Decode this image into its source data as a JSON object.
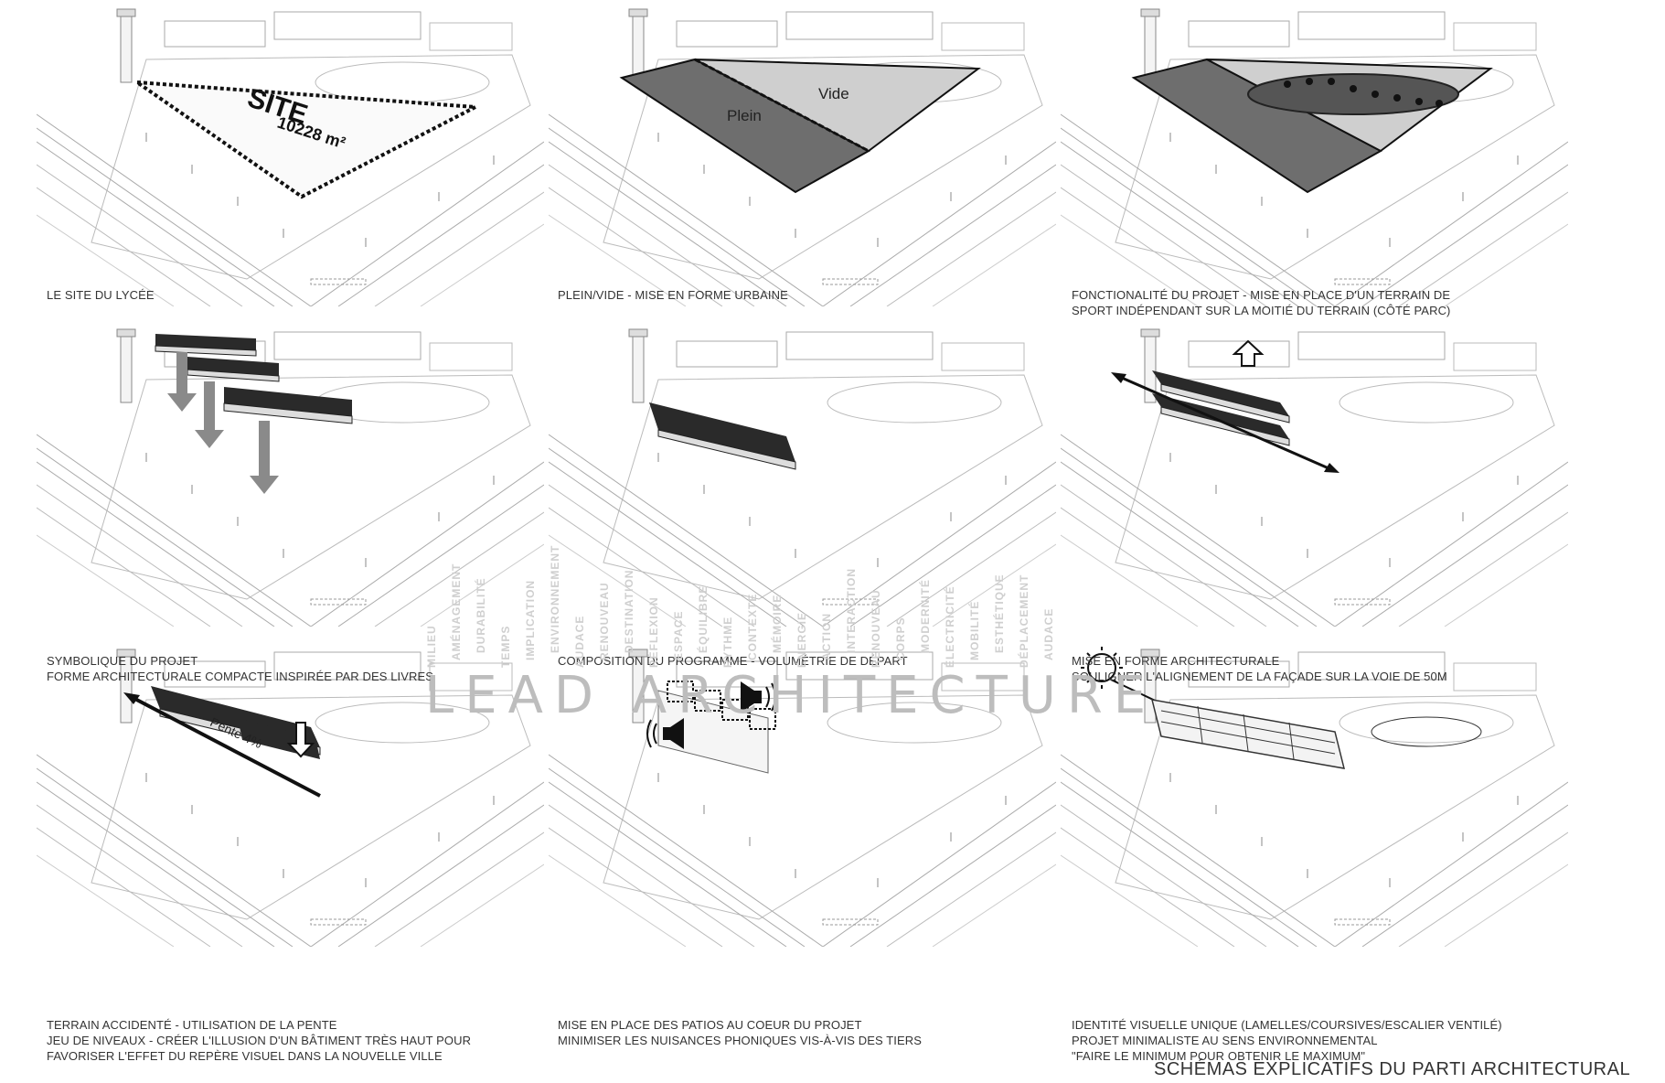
{
  "panels": [
    {
      "id": "p1",
      "lines": [
        "LE SITE DU LYCÉE"
      ]
    },
    {
      "id": "p2",
      "lines": [
        "PLEIN/VIDE - MISE EN FORME URBAINE"
      ]
    },
    {
      "id": "p3",
      "lines": [
        "FONCTIONALITÉ DU PROJET - MISE EN PLACE D'UN TERRAIN DE",
        "SPORT INDÉPENDANT SUR LA MOITIÉ DU TERRAIN (CÔTÉ PARC)"
      ]
    },
    {
      "id": "p4",
      "lines": [
        "SYMBOLIQUE DU PROJET",
        "FORME ARCHITECTURALE COMPACTE INSPIRÉE PAR DES LIVRES"
      ]
    },
    {
      "id": "p5",
      "lines": [
        "COMPOSITION DU PROGRAMME - VOLUMÉTRIE DE DÉPART"
      ]
    },
    {
      "id": "p6",
      "lines": [
        "MISE EN FORME ARCHITECTURALE",
        "SOULIGNER L'ALIGNEMENT DE LA FAÇADE SUR LA VOIE DE 50M"
      ]
    },
    {
      "id": "p7",
      "lines": [
        "TERRAIN ACCIDENTÉ - UTILISATION DE LA PENTE",
        "JEU DE NIVEAUX - CRÉER L'ILLUSION D'UN BÂTIMENT TRÈS HAUT POUR",
        "FAVORISER L'EFFET DU REPÈRE VISUEL DANS LA NOUVELLE VILLE"
      ]
    },
    {
      "id": "p8",
      "lines": [
        "MISE EN PLACE DES PATIOS AU COEUR DU PROJET",
        "MINIMISER LES NUISANCES PHONIQUES VIS-À-VIS DES TIERS"
      ]
    },
    {
      "id": "p9",
      "lines": [
        "IDENTITÉ VISUELLE UNIQUE (LAMELLES/COURSIVES/ESCALIER VENTILÉ)",
        "PROJET MINIMALISTE AU SENS ENVIRONNEMENTAL",
        "\"FAIRE LE MINIMUM POUR OBTENIR LE MAXIMUM\""
      ]
    }
  ],
  "labels": {
    "site": "SITE",
    "site_area": "10228 m²",
    "plein": "Plein",
    "vide": "Vide",
    "pente": "Pente 4%"
  },
  "watermark": "LEAD ARCHITECTURE",
  "watermark_words": [
    "MILIEU",
    "AMÉNAGEMENT",
    "DURABILITÉ",
    "TEMPS",
    "IMPLICATION",
    "ENVIRONNEMENT",
    "AUDACE",
    "RENOUVEAU",
    "DESTINATION",
    "RÉFLEXION",
    "ESPACE",
    "ÉQUILIBRE",
    "RYTHME",
    "CONTEXTE",
    "MÉMOIRE",
    "ÉNERGIE",
    "ACTION",
    "INTERACTION",
    "RENOUVEAU",
    "CORPS",
    "MODERNITÉ",
    "ÉLECTRICITÉ",
    "MOBILITÉ",
    "ESTHÉTIQUE",
    "DÉPLACEMENT",
    "AUDACE"
  ],
  "footer": "SCHÉMAS EXPLICATIFS DU PARTI ARCHITECTURAL",
  "colors": {
    "plein": "#6e6e6e",
    "vide": "#cfcfcf",
    "book": "#2a2a2a",
    "line": "#9a9a9a"
  }
}
